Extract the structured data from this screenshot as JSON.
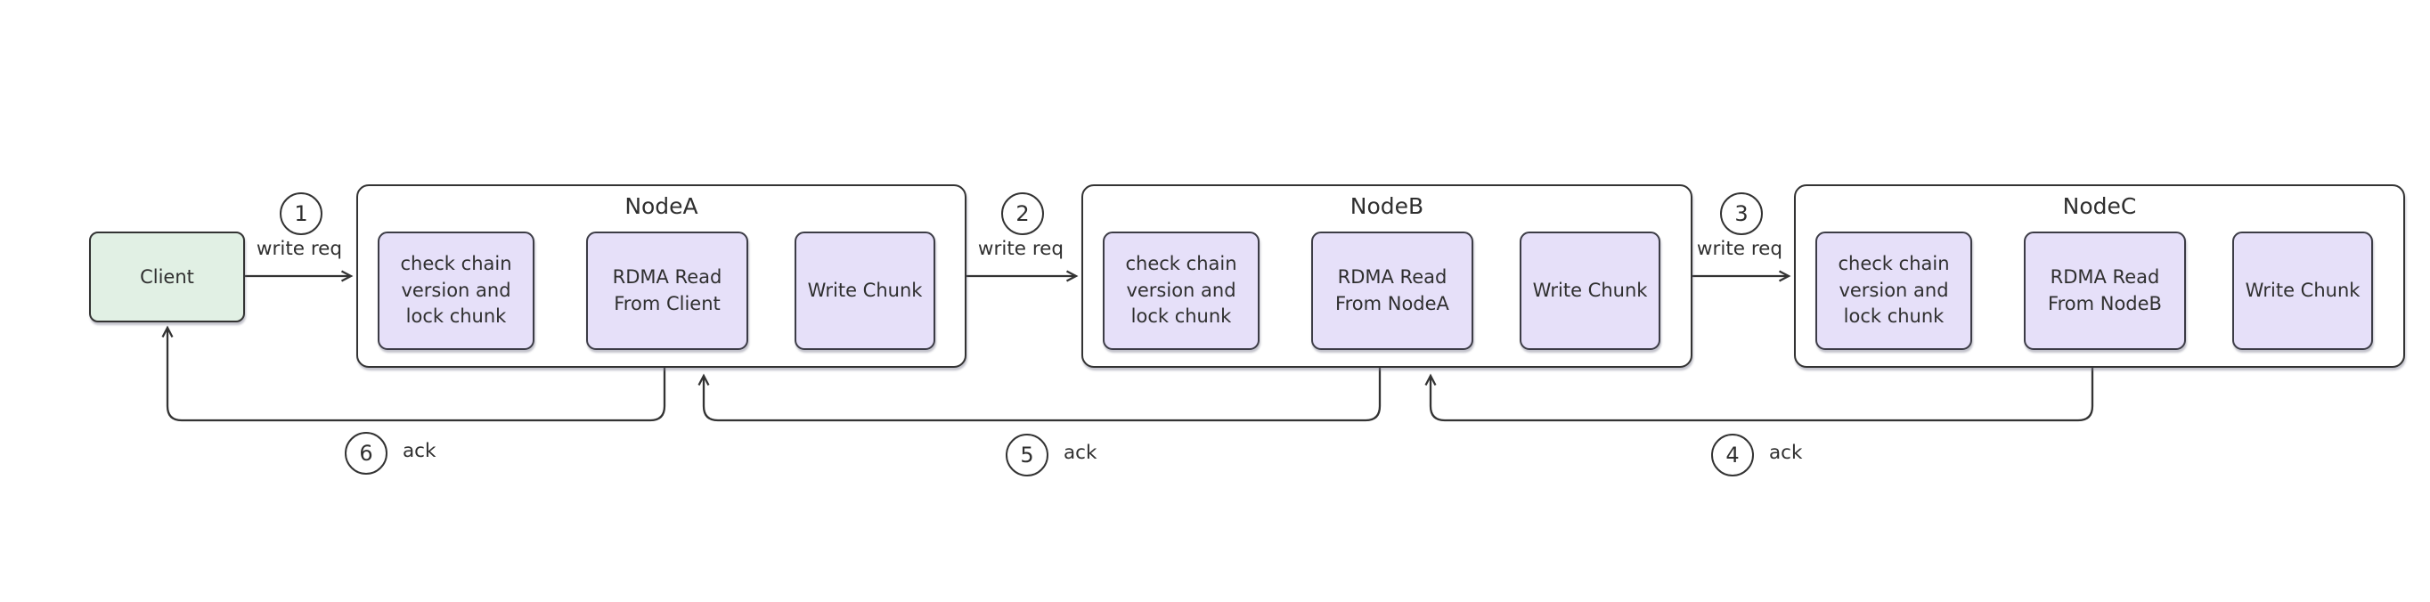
{
  "diagram": {
    "client": {
      "label": "Client"
    },
    "nodes": [
      {
        "title": "NodeA",
        "steps": [
          "check chain version and lock chunk",
          "RDMA Read From Client",
          "Write Chunk"
        ]
      },
      {
        "title": "NodeB",
        "steps": [
          "check chain version and lock chunk",
          "RDMA Read From NodeA",
          "Write Chunk"
        ]
      },
      {
        "title": "NodeC",
        "steps": [
          "check chain version and lock chunk",
          "RDMA Read From NodeB",
          "Write Chunk"
        ]
      }
    ],
    "request_labels": [
      {
        "number": "1",
        "text": "write req"
      },
      {
        "number": "2",
        "text": "write req"
      },
      {
        "number": "3",
        "text": "write req"
      }
    ],
    "ack_labels": [
      {
        "number": "6",
        "text": "ack"
      },
      {
        "number": "5",
        "text": "ack"
      },
      {
        "number": "4",
        "text": "ack"
      }
    ],
    "colors": {
      "client_fill": "#e1f0e4",
      "step_fill": "#e6e0f9",
      "stroke": "#333333",
      "text": "#2f2f2f",
      "background": "#ffffff"
    }
  }
}
